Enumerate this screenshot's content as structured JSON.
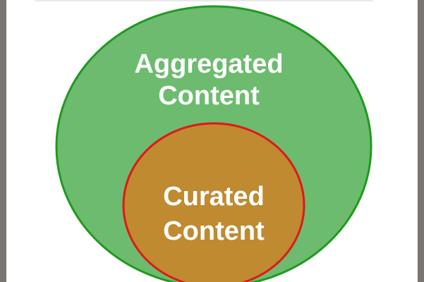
{
  "diagram": {
    "outer_circle": {
      "line1": "Aggregated",
      "line2": "Content",
      "fill": "#6dbb6f",
      "stroke": "#1f9a1f"
    },
    "inner_circle": {
      "line1": "Curated",
      "line2": "Content",
      "fill": "#bf8a30",
      "stroke": "#e01818"
    },
    "text_color": "#ffffff",
    "background": "#ffffff",
    "border": "#7a7472"
  }
}
